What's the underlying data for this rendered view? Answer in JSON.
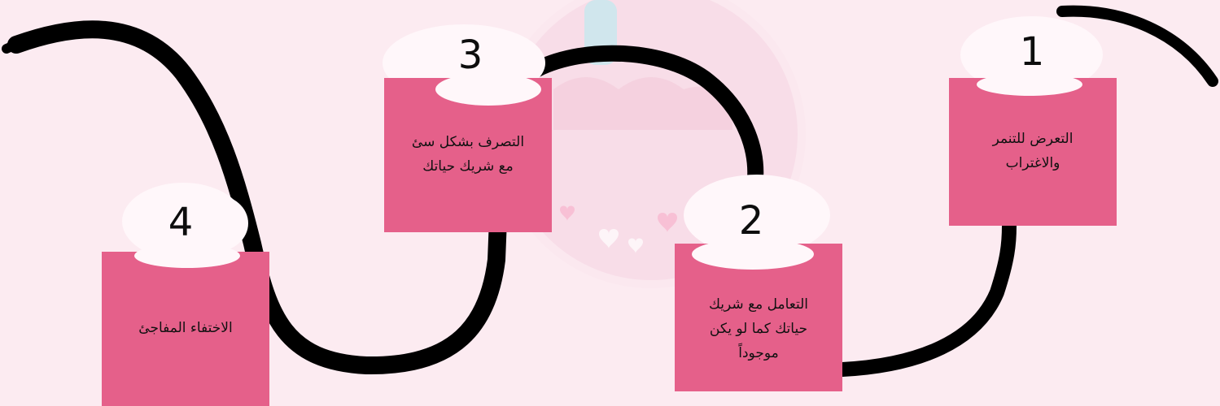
{
  "colors": {
    "background": "#fcebf1",
    "card": "#e5608a",
    "path": "#000000",
    "cloud": "#fff7fa"
  },
  "steps": [
    {
      "number": "1",
      "text": "التعرض للتنمر\nوالاغتراب"
    },
    {
      "number": "2",
      "text": "التعامل مع شريك\nحياتك كما لو يكن\nموجوداً"
    },
    {
      "number": "3",
      "text": "التصرف بشكل سئ\nمع شريك حياتك"
    },
    {
      "number": "4",
      "text": "الاختفاء المفاجئ"
    }
  ]
}
